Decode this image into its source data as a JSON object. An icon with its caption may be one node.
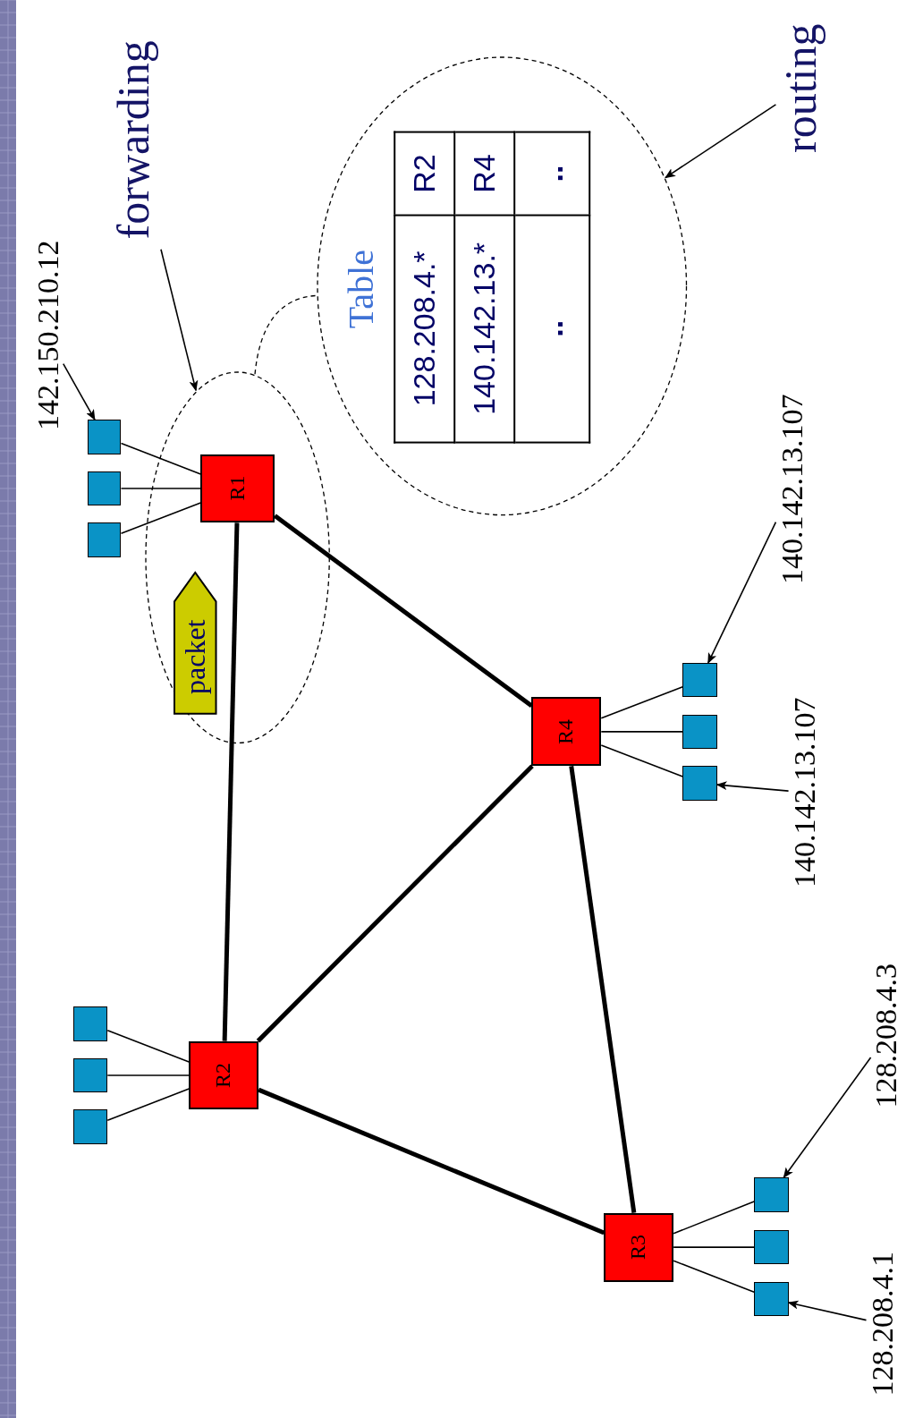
{
  "diagram": {
    "nodes": [
      {
        "text": [
          "142.150.210.12"
        ]
      },
      {
        "text": [
          "forwarding"
        ]
      },
      {
        "text": [
          "routing"
        ]
      },
      {
        "text": [],
        "shape": "ellipse"
      },
      {
        "text": [],
        "shape": "ellipse"
      },
      {
        "text": [
          "packet"
        ],
        "in": 4
      },
      {
        "text": [
          "R1"
        ],
        "in": 4
      },
      {
        "text": [],
        "shape": "box"
      },
      {
        "text": [],
        "shape": "box"
      },
      {
        "text": [],
        "shape": "box"
      },
      {
        "text": [
          "R4"
        ]
      },
      {
        "text": [],
        "shape": "box"
      },
      {
        "text": [],
        "shape": "box"
      },
      {
        "text": [],
        "shape": "box"
      },
      {
        "text": [
          "140.142.13.107"
        ]
      },
      {
        "text": [
          "140.142.13.107"
        ]
      },
      {
        "text": [
          "R2"
        ]
      },
      {
        "text": [],
        "shape": "box"
      },
      {
        "text": [],
        "shape": "box"
      },
      {
        "text": [],
        "shape": "box"
      },
      {
        "text": [
          "R3"
        ]
      },
      {
        "text": [],
        "shape": "box"
      },
      {
        "text": [],
        "shape": "box"
      },
      {
        "text": [],
        "shape": "box"
      },
      {
        "text": [
          "128.208.4.3"
        ]
      },
      {
        "text": [
          "128.208.4.1"
        ]
      }
    ],
    "edges": [
      {
        "from": 0,
        "to": 7,
        "arrow": "to"
      },
      {
        "from": 1,
        "to": 4,
        "arrow": "to"
      },
      {
        "from": 2,
        "to": 3,
        "arrow": "to"
      },
      {
        "from": 4,
        "to": 3,
        "arrow": "none",
        "style": "dashed"
      },
      {
        "from": 14,
        "to": 11,
        "arrow": "to"
      },
      {
        "from": 15,
        "to": 13,
        "arrow": "to"
      },
      {
        "from": 24,
        "to": 21,
        "arrow": "to"
      },
      {
        "from": 25,
        "to": 23,
        "arrow": "to"
      },
      {
        "from": 6,
        "to": 7,
        "arrow": "none"
      },
      {
        "from": 6,
        "to": 8,
        "arrow": "none"
      },
      {
        "from": 6,
        "to": 9,
        "arrow": "none"
      },
      {
        "from": 10,
        "to": 11,
        "arrow": "none"
      },
      {
        "from": 10,
        "to": 12,
        "arrow": "none"
      },
      {
        "from": 10,
        "to": 13,
        "arrow": "none"
      },
      {
        "from": 16,
        "to": 17,
        "arrow": "none"
      },
      {
        "from": 16,
        "to": 18,
        "arrow": "none"
      },
      {
        "from": 16,
        "to": 19,
        "arrow": "none"
      },
      {
        "from": 20,
        "to": 21,
        "arrow": "none"
      },
      {
        "from": 20,
        "to": 22,
        "arrow": "none"
      },
      {
        "from": 20,
        "to": 23,
        "arrow": "none"
      },
      {
        "from": 6,
        "to": 16,
        "arrow": "none",
        "style": "thick"
      },
      {
        "from": 6,
        "to": 10,
        "arrow": "none",
        "style": "thick"
      },
      {
        "from": 16,
        "to": 10,
        "arrow": "none",
        "style": "thick"
      },
      {
        "from": 16,
        "to": 20,
        "arrow": "none",
        "style": "thick"
      },
      {
        "from": 10,
        "to": 20,
        "arrow": "none",
        "style": "thick"
      }
    ],
    "labels": [
      "Table",
      "128.208.4.*",
      "R2",
      "140.142.13.*",
      "R4",
      "..",
      ".."
    ]
  }
}
